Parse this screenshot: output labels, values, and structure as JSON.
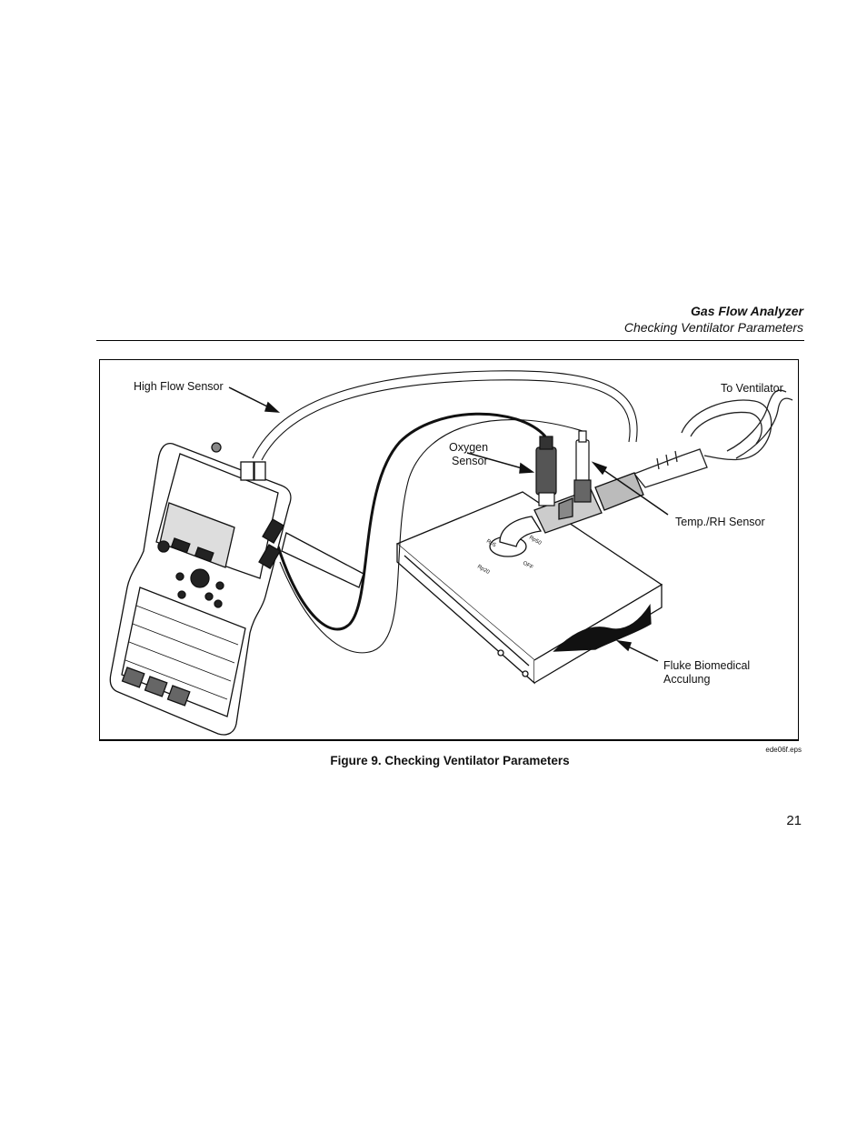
{
  "header": {
    "title": "Gas Flow Analyzer",
    "subtitle": "Checking Ventilator Parameters"
  },
  "figure": {
    "labels": {
      "high_flow_sensor": "High Flow Sensor",
      "to_ventilator": "To Ventilator",
      "oxygen_sensor_l1": "Oxygen",
      "oxygen_sensor_l2": "Sensor",
      "temp_rh_sensor": "Temp./RH Sensor",
      "acculung_l1": "Fluke Biomedical",
      "acculung_l2": "Acculung"
    },
    "file_id": "ede06f.eps",
    "caption": "Figure 9. Checking Ventilator Parameters"
  },
  "page_number": "21"
}
